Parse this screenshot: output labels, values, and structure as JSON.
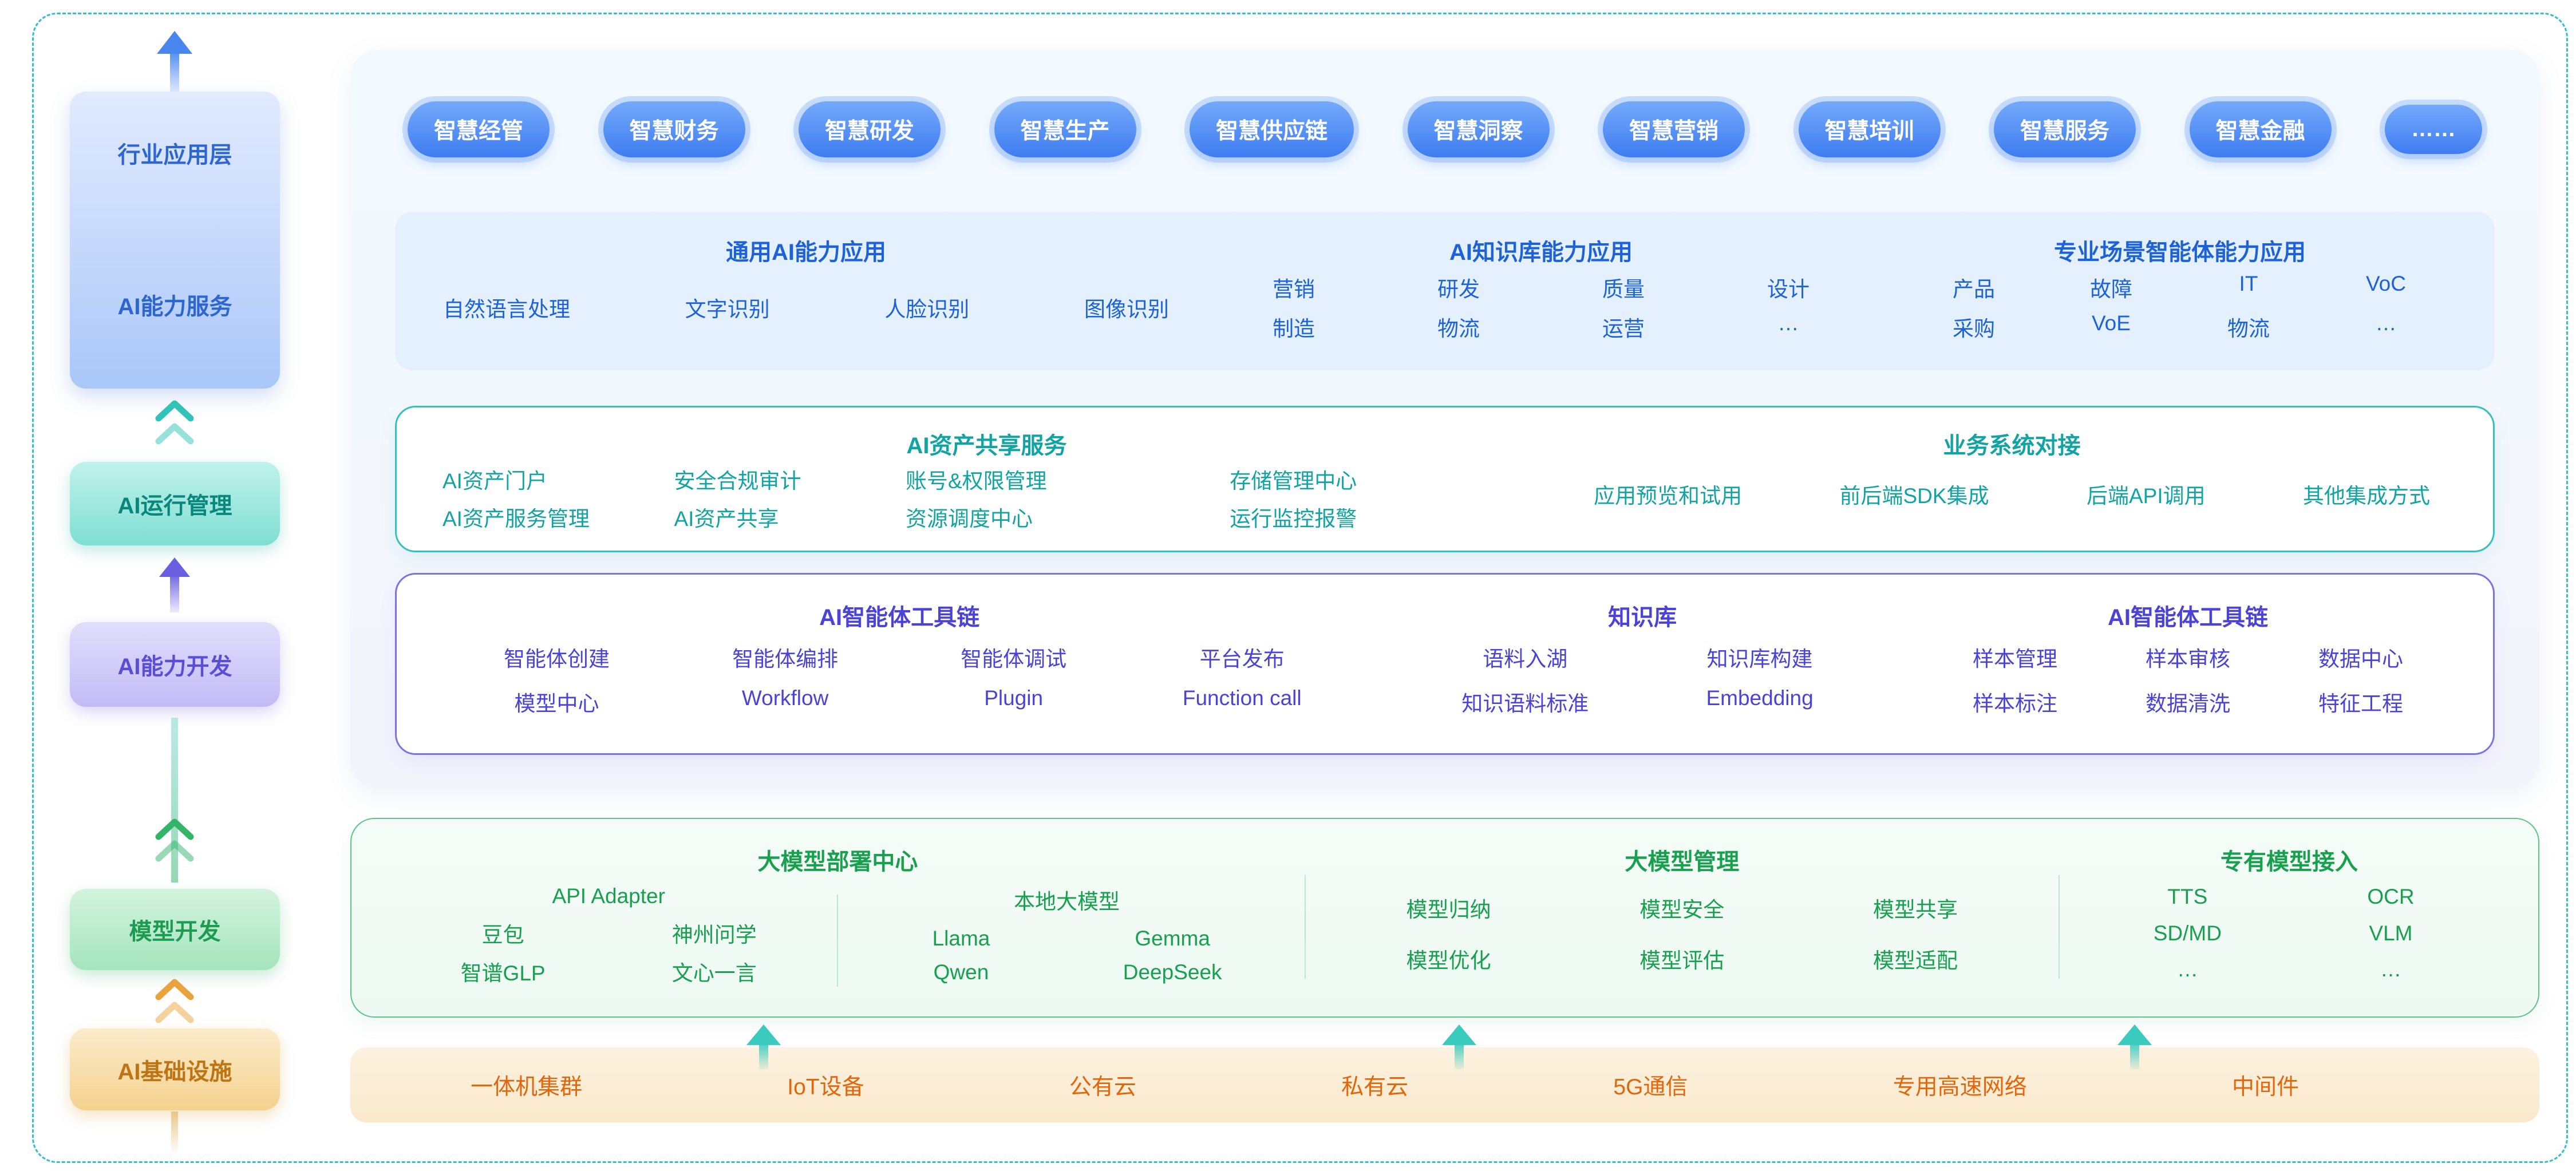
{
  "sidebar": {
    "app_layer": {
      "top_label": "行业应用层",
      "bottom_label": "AI能力服务"
    },
    "items": [
      {
        "label": "AI运行管理"
      },
      {
        "label": "AI能力开发"
      },
      {
        "label": "模型开发"
      },
      {
        "label": "AI基础设施"
      }
    ]
  },
  "apps": {
    "pills": [
      "智慧经管",
      "智慧财务",
      "智慧研发",
      "智慧生产",
      "智慧供应链",
      "智慧洞察",
      "智慧营销",
      "智慧培训",
      "智慧服务",
      "智慧金融",
      "……"
    ]
  },
  "capability_layer": {
    "general": {
      "title": "通用AI能力应用",
      "items": [
        "自然语言处理",
        "文字识别",
        "人脸识别",
        "图像识别"
      ]
    },
    "knowledge": {
      "title": "AI知识库能力应用",
      "row1": [
        "营销",
        "研发",
        "质量",
        "设计"
      ],
      "row2": [
        "制造",
        "物流",
        "运营",
        "…"
      ]
    },
    "scenario": {
      "title": "专业场景智能体能力应用",
      "row1": [
        "产品",
        "故障",
        "IT",
        "VoC"
      ],
      "row2": [
        "采购",
        "VoE",
        "物流",
        "…"
      ]
    }
  },
  "runtime_layer": {
    "asset_share": {
      "title": "AI资产共享服务",
      "row1": [
        "AI资产门户",
        "安全合规审计",
        "账号&权限管理",
        "存储管理中心"
      ],
      "row2": [
        "AI资产服务管理",
        "AI资产共享",
        "资源调度中心",
        "运行监控报警"
      ]
    },
    "integration": {
      "title": "业务系统对接",
      "items": [
        "应用预览和试用",
        "前后端SDK集成",
        "后端API调用",
        "其他集成方式"
      ]
    }
  },
  "dev_layer": {
    "agent_tools": {
      "title": "AI智能体工具链",
      "row1": [
        "智能体创建",
        "智能体编排",
        "智能体调试",
        "平台发布"
      ],
      "row2": [
        "模型中心",
        "Workflow",
        "Plugin",
        "Function call"
      ]
    },
    "knowledge_base": {
      "title": "知识库",
      "row1": [
        "语料入湖",
        "知识库构建"
      ],
      "row2": [
        "知识语料标准",
        "Embedding"
      ]
    },
    "data_tools": {
      "title": "AI智能体工具链",
      "row1": [
        "样本管理",
        "样本审核",
        "数据中心"
      ],
      "row2": [
        "样本标注",
        "数据清洗",
        "特征工程"
      ]
    }
  },
  "model_layer": {
    "deploy": {
      "title": "大模型部署中心",
      "api_adapter": {
        "title": "API Adapter",
        "row1": [
          "豆包",
          "神州问学"
        ],
        "row2": [
          "智谱GLP",
          "文心一言"
        ]
      },
      "local_models": {
        "title": "本地大模型",
        "row1": [
          "Llama",
          "Gemma"
        ],
        "row2": [
          "Qwen",
          "DeepSeek"
        ]
      }
    },
    "manage": {
      "title": "大模型管理",
      "row1": [
        "模型归纳",
        "模型安全",
        "模型共享"
      ],
      "row2": [
        "模型优化",
        "模型评估",
        "模型适配"
      ]
    },
    "dedicated": {
      "title": "专有模型接入",
      "row1": [
        "TTS",
        "OCR"
      ],
      "row2": [
        "SD/MD",
        "VLM"
      ],
      "row3": [
        "…",
        "…"
      ]
    }
  },
  "infra_layer": {
    "items": [
      "一体机集群",
      "IoT设备",
      "公有云",
      "私有云",
      "5G通信",
      "专用高速网络",
      "中间件"
    ]
  },
  "colors": {
    "frame_dash": "#35BECB",
    "app_blue": "#1D62D6",
    "runtime_teal": "#12A3A3",
    "dev_purple": "#4A43D6",
    "model_green": "#18A04F",
    "infra_orange": "#E2660C"
  }
}
